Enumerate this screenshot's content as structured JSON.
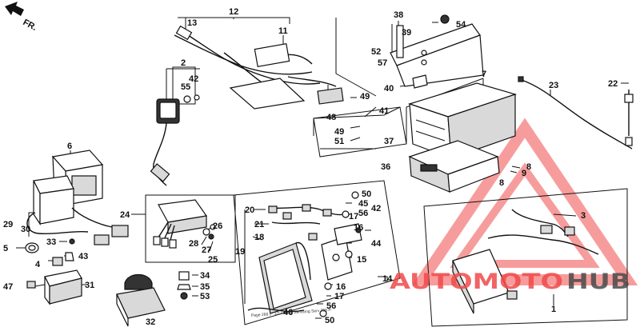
{
  "direction_label": "FR.",
  "part_numbers": [
    "1",
    "2",
    "3",
    "4",
    "5",
    "6",
    "7",
    "8",
    "9",
    "11",
    "12",
    "13",
    "14",
    "15",
    "16",
    "17",
    "18",
    "19",
    "20",
    "21",
    "22",
    "23",
    "24",
    "25",
    "26",
    "27",
    "28",
    "29",
    "30",
    "31",
    "32",
    "33",
    "34",
    "35",
    "36",
    "37",
    "38",
    "39",
    "40",
    "41",
    "42",
    "43",
    "44",
    "45",
    "46",
    "47",
    "48",
    "49",
    "50",
    "51",
    "52",
    "53",
    "54",
    "55",
    "56",
    "57"
  ],
  "fine_print": "Page 266 2° 1/2 Honda Servicing Serv 266 P.",
  "watermark": {
    "text_left": "AUTOMOTO",
    "text_right": "HUB",
    "color_red": "#f04a4a",
    "color_dark": "#4a4a4a"
  }
}
